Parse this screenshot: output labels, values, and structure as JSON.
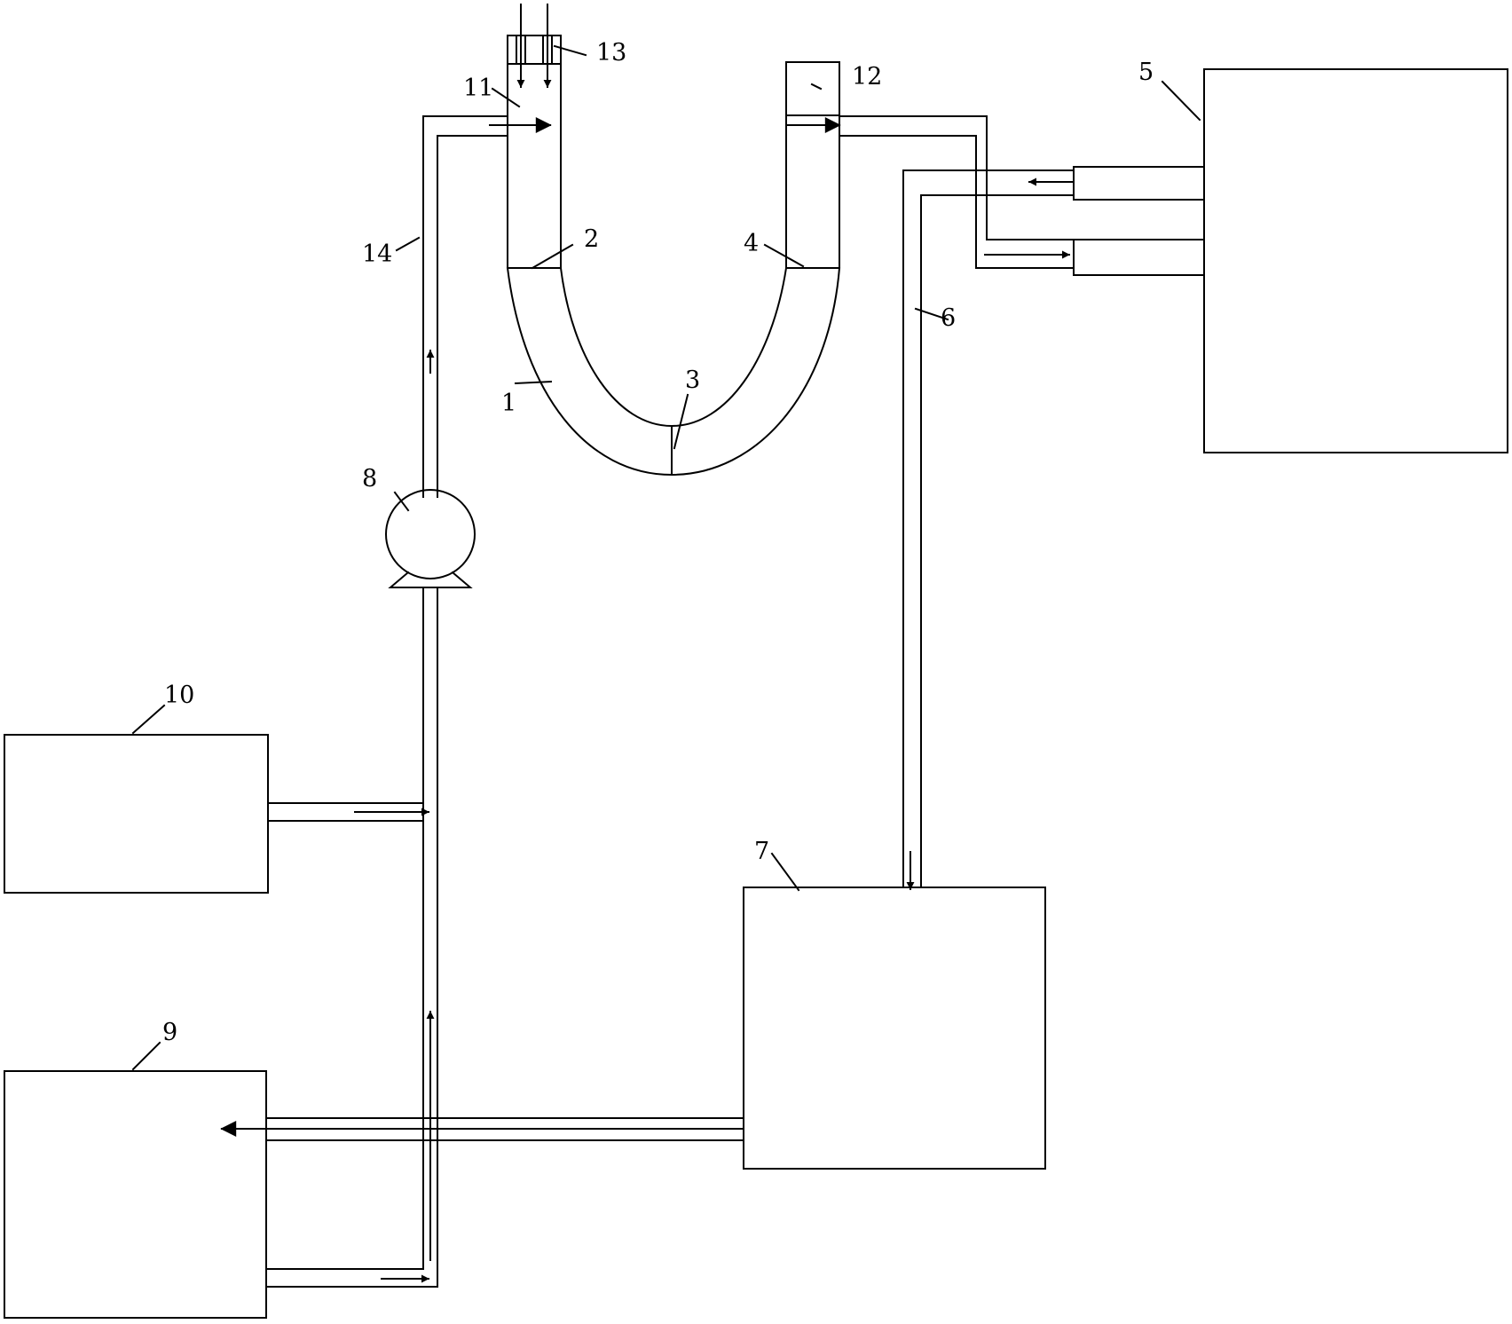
{
  "diagram": {
    "labels": {
      "n1": "1",
      "n2": "2",
      "n3": "3",
      "n4": "4",
      "n5": "5",
      "n6": "6",
      "n7": "7",
      "n8": "8",
      "n9": "9",
      "n10": "10",
      "n11": "11",
      "n12": "12",
      "n13": "13",
      "n14": "14"
    }
  }
}
